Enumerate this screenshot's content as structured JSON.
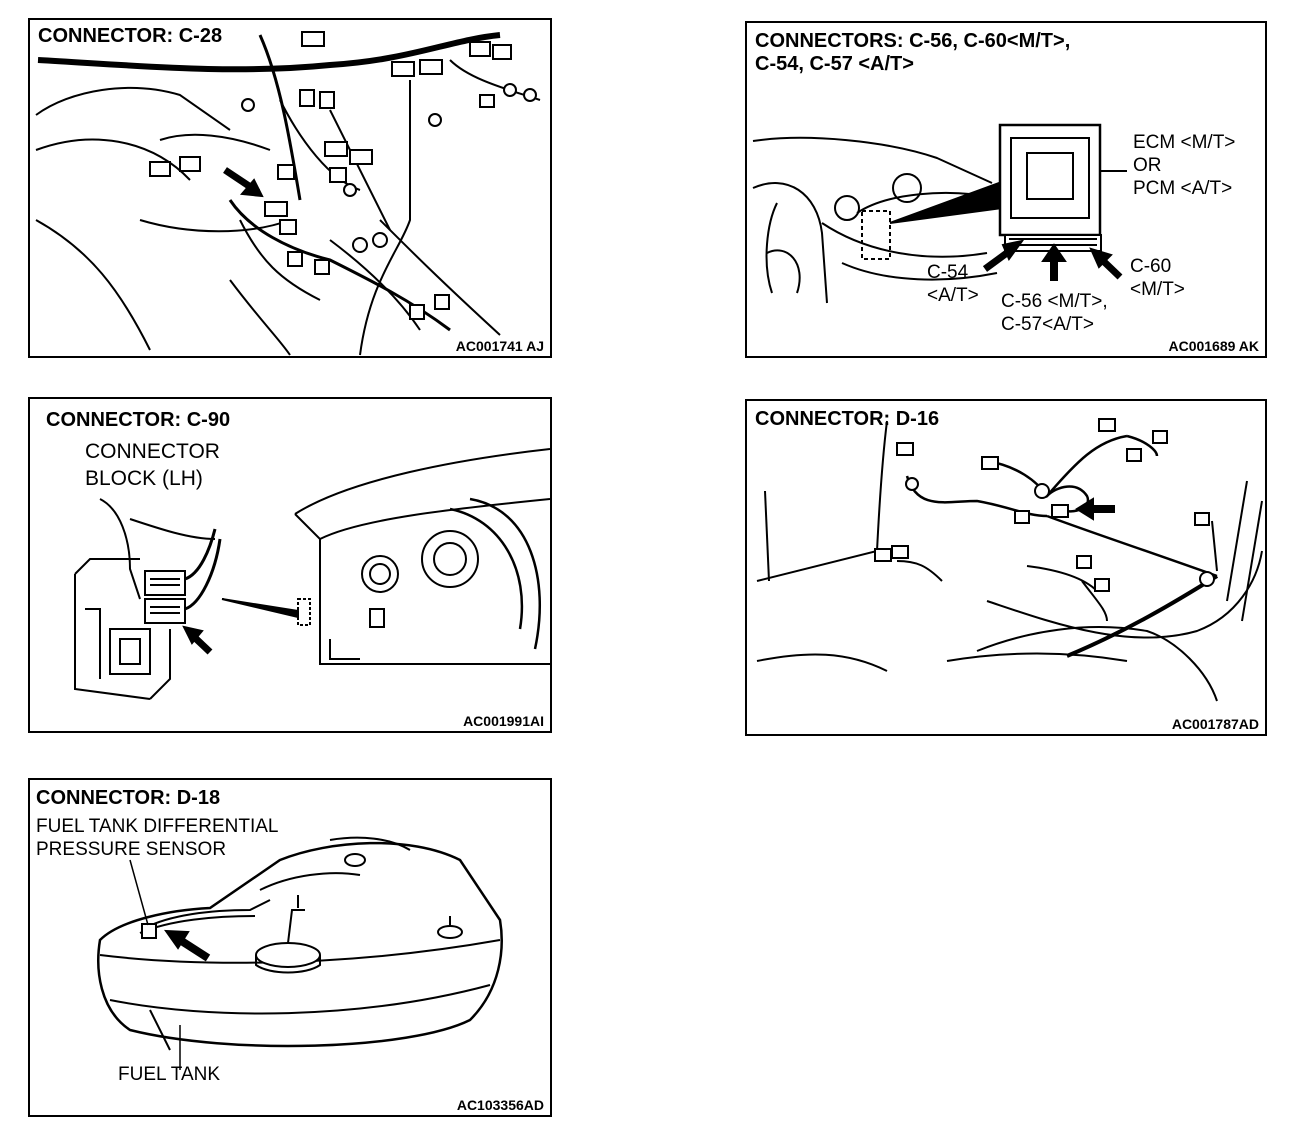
{
  "panels": [
    {
      "title": "CONNECTOR: C-28",
      "code": "AC001741 AJ"
    },
    {
      "title_line1": "CONNECTORS: C-56, C-60<M/T>,",
      "title_line2": "C-54, C-57 <A/T>",
      "ecm_line1": "ECM <M/T>",
      "ecm_line2": "OR",
      "ecm_line3": "PCM <A/T>",
      "c54_line1": "C-54",
      "c54_line2": "<A/T>",
      "c56_line1": "C-56 <M/T>,",
      "c56_line2": "C-57<A/T>",
      "c60_line1": "C-60",
      "c60_line2": "<M/T>",
      "code": "AC001689 AK"
    },
    {
      "title": "CONNECTOR: C-90",
      "block_line1": "CONNECTOR",
      "block_line2": "BLOCK (LH)",
      "code": "AC001991AI"
    },
    {
      "title": "CONNECTOR: D-16",
      "code": "AC001787AD"
    },
    {
      "title": "CONNECTOR: D-18",
      "sensor_line1": "FUEL TANK DIFFERENTIAL",
      "sensor_line2": "PRESSURE SENSOR",
      "tank_label": "FUEL TANK",
      "code": "AC103356AD"
    }
  ]
}
